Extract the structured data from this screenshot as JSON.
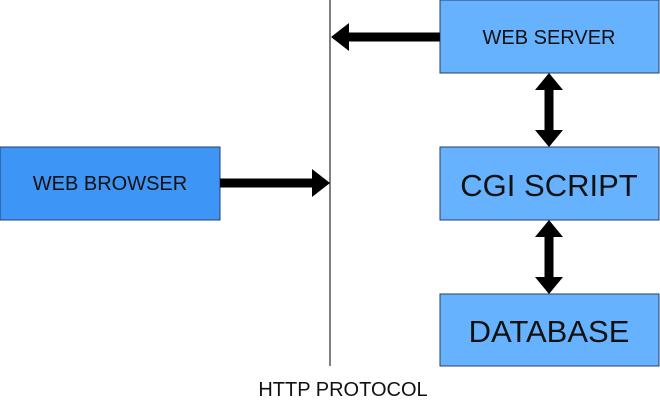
{
  "nodes": {
    "web_browser": {
      "label": "WEB BROWSER"
    },
    "web_server": {
      "label": "WEB SERVER"
    },
    "cgi_script": {
      "label": "CGI SCRIPT"
    },
    "database": {
      "label": "DATABASE"
    }
  },
  "protocol_line": {
    "label": "HTTP PROTOCOL"
  },
  "colors": {
    "box_fill": "#66b2ff",
    "box_fill_browser": "#3d95f5",
    "box_stroke": "#2a3d66",
    "arrow": "#000000",
    "line": "#000000",
    "text": "#111111"
  },
  "edges": [
    {
      "from": "web_browser",
      "to": "protocol_line",
      "direction": "forward"
    },
    {
      "from": "web_server",
      "to": "protocol_line",
      "direction": "forward"
    },
    {
      "from": "web_server",
      "to": "cgi_script",
      "direction": "both"
    },
    {
      "from": "cgi_script",
      "to": "database",
      "direction": "both"
    }
  ]
}
